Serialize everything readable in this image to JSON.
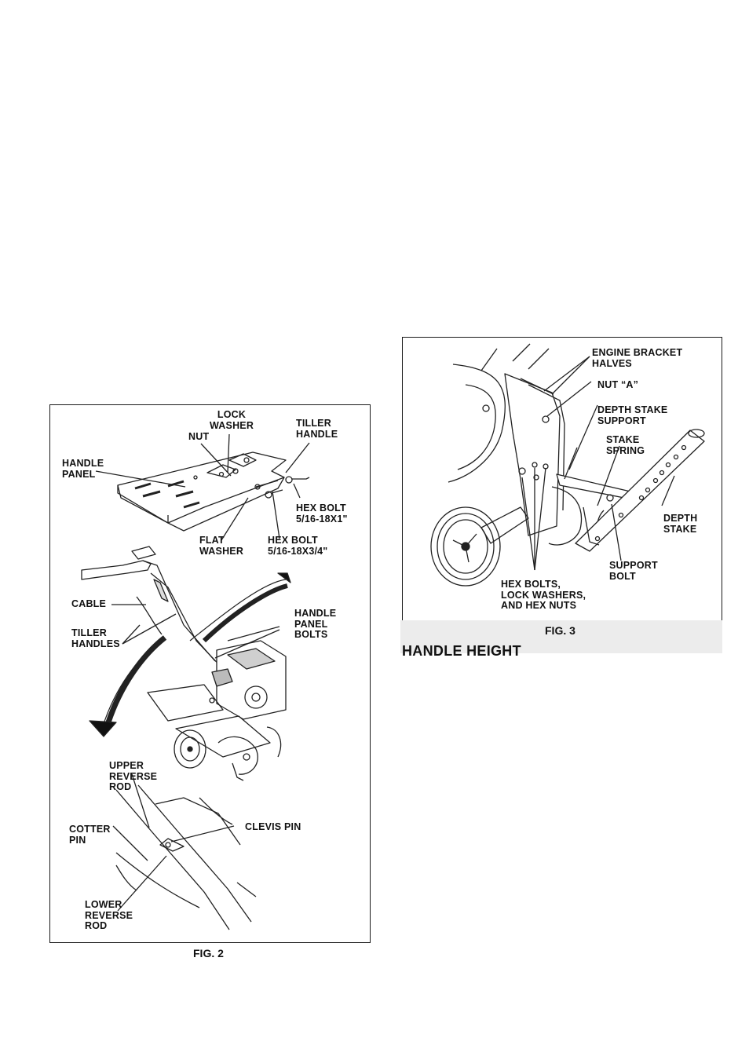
{
  "fig2": {
    "caption": "FIG. 2",
    "labels": {
      "nut": "NUT",
      "lock_washer": "LOCK\nWASHER",
      "tiller_handle": "TILLER\nHANDLE",
      "handle_panel": "HANDLE\nPANEL",
      "hex_bolt_1": "HEX BOLT\n5/16-18X1\"",
      "flat_washer": "FLAT\nWASHER",
      "hex_bolt_2": "HEX BOLT\n5/16-18X3/4\"",
      "cable": "CABLE",
      "tiller_handles": "TILLER\nHANDLES",
      "handle_panel_bolts": "HANDLE\nPANEL\nBOLTS",
      "upper_reverse_rod": "UPPER\nREVERSE\nROD",
      "cotter_pin": "COTTER\nPIN",
      "clevis_pin": "CLEVIS PIN",
      "lower_reverse_rod": "LOWER\nREVERSE\nROD"
    }
  },
  "fig3": {
    "caption": "FIG. 3",
    "labels": {
      "engine_bracket_halves": "ENGINE BRACKET\nHALVES",
      "nut_a": "NUT “A”",
      "depth_stake_support": "DEPTH STAKE\nSUPPORT",
      "stake_spring": "STAKE\nSPRING",
      "depth_stake": "DEPTH\nSTAKE",
      "support_bolt": "SUPPORT\nBOLT",
      "hex_bolts": "HEX BOLTS,\nLOCK WASHERS,\nAND HEX NUTS"
    }
  },
  "section_heading": "HANDLE HEIGHT"
}
